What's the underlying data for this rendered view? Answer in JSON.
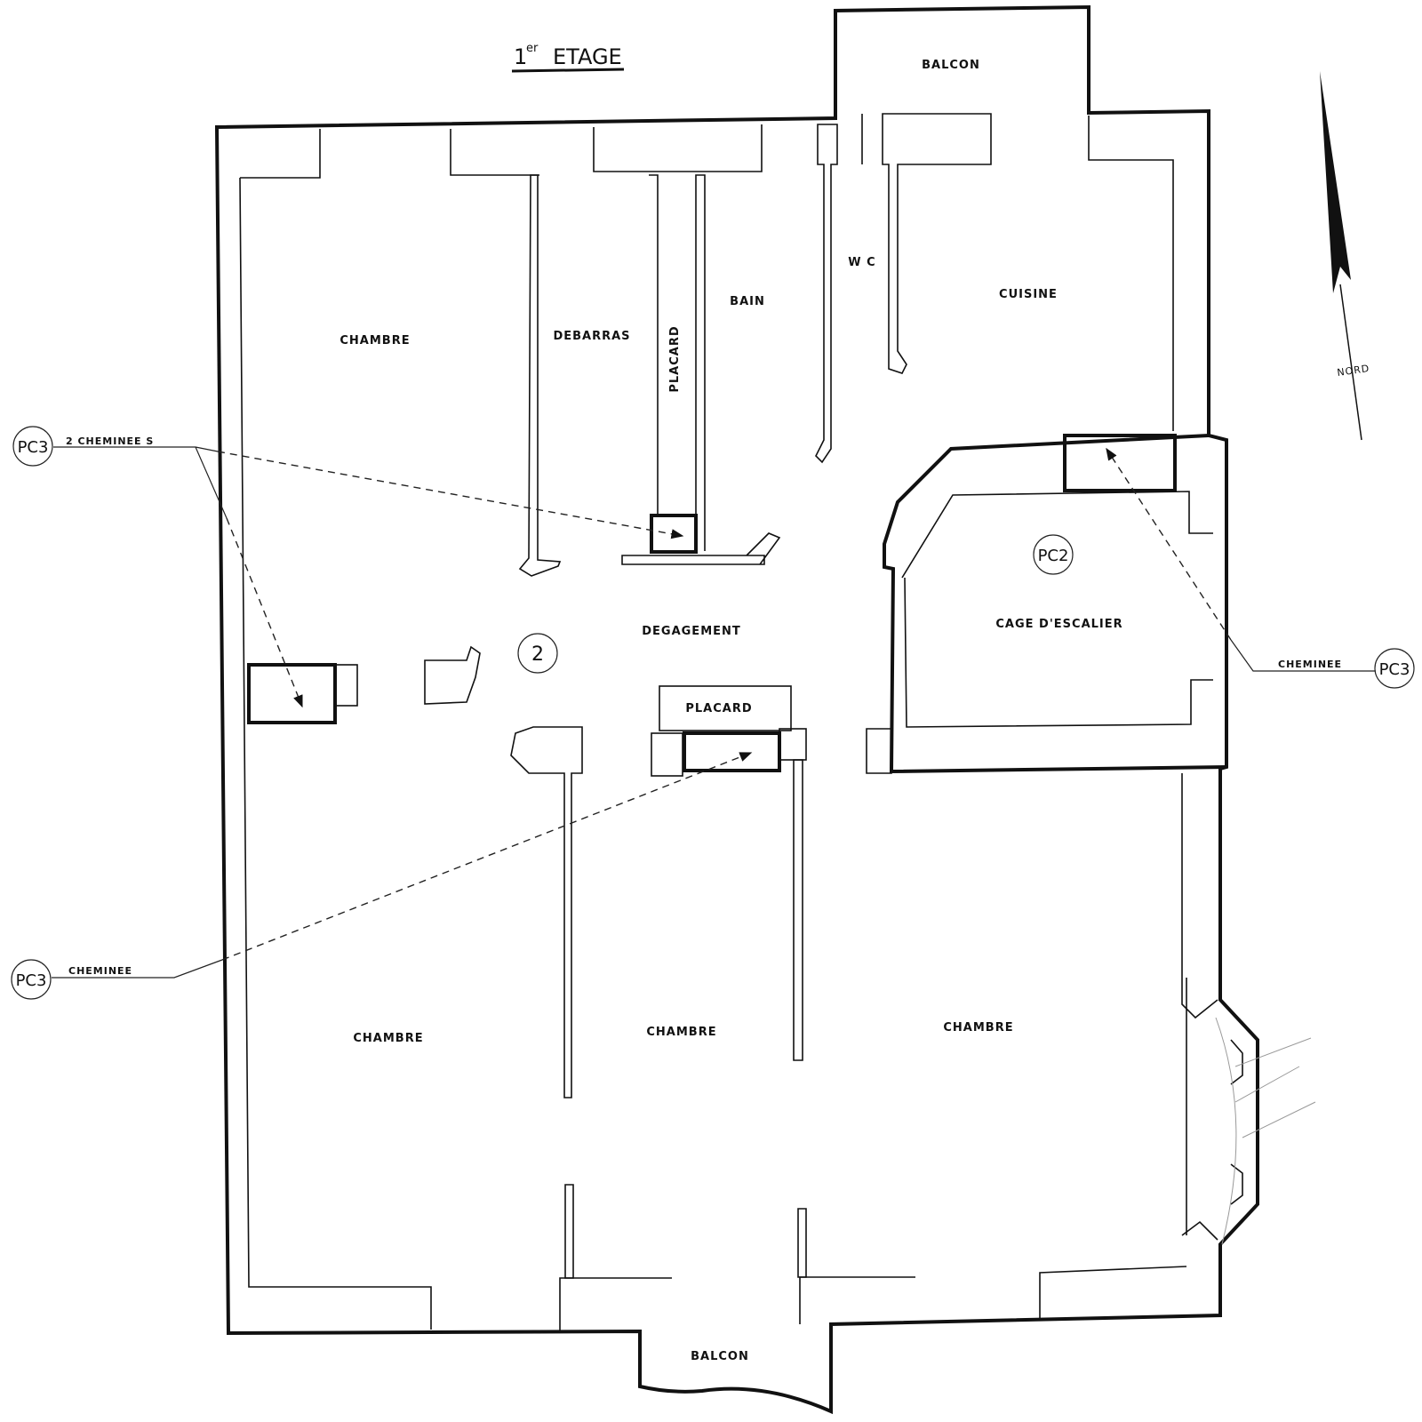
{
  "title": {
    "prefix": "1",
    "sup": "er",
    "main": "ETAGE"
  },
  "rooms": {
    "balcon_top": "BALCON",
    "chambre_nw": "CHAMBRE",
    "debarras": "DEBARRAS",
    "placard_vertical": "PLACARD",
    "bain": "BAIN",
    "wc": "W C",
    "cuisine": "CUISINE",
    "degagement": "DEGAGEMENT",
    "placard_center": "PLACARD",
    "cage_escalier": "CAGE D'ESCALIER",
    "chambre_sw": "CHAMBRE",
    "chambre_s": "CHAMBRE",
    "chambre_se": "CHAMBRE",
    "balcon_bottom": "BALCON"
  },
  "markers": {
    "floor_number": "2",
    "pc2": "PC2",
    "pc3_top_left": {
      "code": "PC3",
      "label": "2 CHEMINEE S"
    },
    "pc3_bottom_left": {
      "code": "PC3",
      "label": "CHEMINEE"
    },
    "pc3_right": {
      "code": "PC3",
      "label": "CHEMINEE"
    }
  },
  "north": {
    "label": "NORD"
  }
}
